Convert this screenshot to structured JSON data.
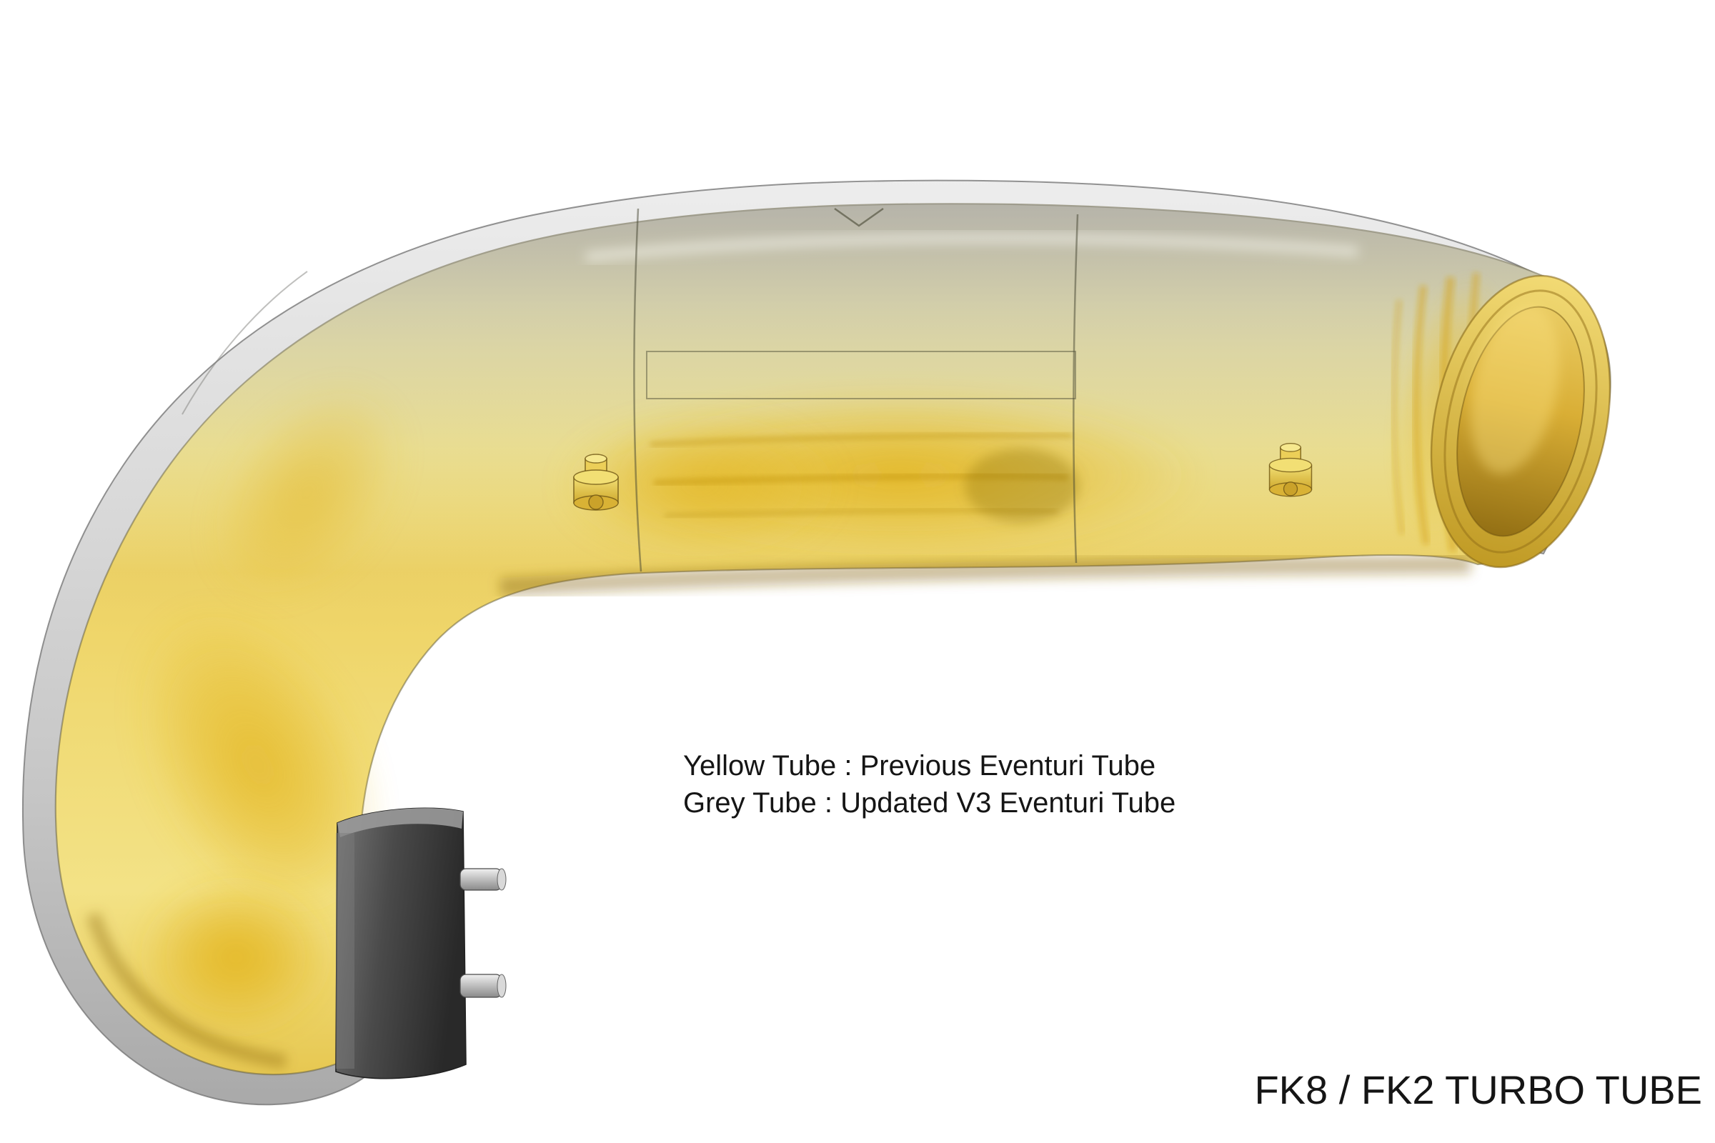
{
  "annotation": {
    "line1": "Yellow Tube : Previous Eventuri Tube",
    "line2": "Grey Tube : Updated V3 Eventuri Tube"
  },
  "part_label": "FK8 / FK2 TURBO TUBE",
  "legend": [
    {
      "color": "Yellow",
      "meaning": "Previous Eventuri Tube"
    },
    {
      "color": "Grey",
      "meaning": "Updated V3 Eventuri Tube"
    }
  ],
  "colors": {
    "background": "#ffffff",
    "text": "#151515",
    "yellow_light": "#f6e88e",
    "yellow_mid": "#ecd35e",
    "yellow_core": "#e2b11a",
    "grey_light": "#e9e9e9",
    "grey_mid": "#c9c9c9",
    "flange_dark": "#3a3a3a",
    "pin_silver": "#c0c0c0"
  }
}
